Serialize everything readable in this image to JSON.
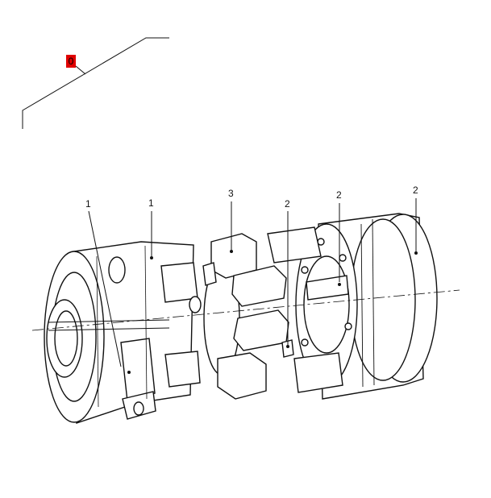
{
  "reference_marker": {
    "label": "0",
    "color": "#e00000"
  },
  "callouts": [
    {
      "id": "clamp-hub-a",
      "label": "1"
    },
    {
      "id": "clamp-hub-b",
      "label": "1"
    },
    {
      "id": "spider",
      "label": "3"
    },
    {
      "id": "flange-hub-a",
      "label": "2"
    },
    {
      "id": "flange-hub-b",
      "label": "2"
    },
    {
      "id": "flange-hub-c",
      "label": "2"
    }
  ],
  "colors": {
    "line": "#111111",
    "background": "#ffffff"
  }
}
